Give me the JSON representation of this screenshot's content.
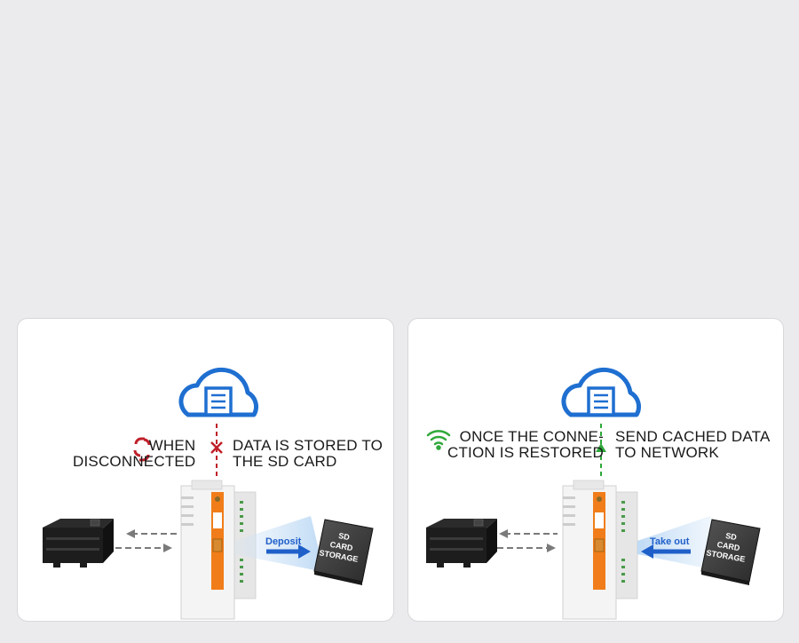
{
  "panels": [
    {
      "id": "disconnected",
      "status_lines": [
        "WHEN",
        "DISCONNECTED"
      ],
      "status_icon": "broken-link-icon",
      "status_color": "#c0202a",
      "action_lines": [
        "DATA IS STORED TO",
        "THE SD CARD"
      ],
      "link_marker": "cross",
      "link_color": "#c0202a",
      "arrow_label": "Deposit",
      "arrow_direction": "to-card",
      "card_lines": [
        "SD",
        "CARD",
        "STORAGE"
      ]
    },
    {
      "id": "restored",
      "status_lines": [
        "ONCE THE CONNE-",
        "CTION IS RESTORED"
      ],
      "status_icon": "wifi-icon",
      "status_color": "#2fa83a",
      "action_lines": [
        "SEND CACHED DATA",
        "TO NETWORK"
      ],
      "link_marker": "up-arrow",
      "link_color": "#2fa83a",
      "arrow_label": "Take out",
      "arrow_direction": "from-card",
      "card_lines": [
        "SD",
        "CARD",
        "STORAGE"
      ]
    }
  ],
  "colors": {
    "cloud": "#1f6fd1",
    "arrow_blue": "#1f5fc9",
    "device_orange": "#f07d1a",
    "dashed_gray": "#7a7a7a"
  }
}
